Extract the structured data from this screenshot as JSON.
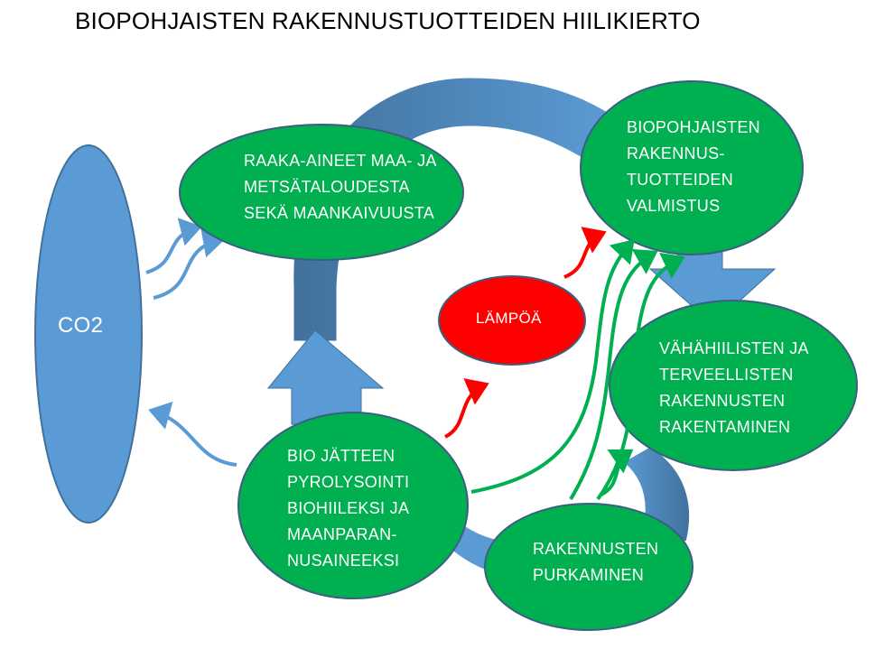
{
  "title": "BIOPOHJAISTEN RAKENNUSTUOTTEIDEN HIILIKIERTO",
  "nodes": {
    "co2": "CO2",
    "raaka_aineet": [
      "RAAKA-AINEET MAA- JA",
      "METSÄTALOUDESTA",
      "SEKÄ MAANKAIVUUSTA"
    ],
    "valmistus": [
      "BIOPOHJAISTEN",
      "RAKENNUS-",
      "TUOTTEIDEN",
      "VALMISTUS"
    ],
    "lampo": "LÄMPÖÄ",
    "rakentaminen": [
      "VÄHÄHIILISTEN JA",
      "TERVEELLISTEN",
      "RAKENNUSTEN",
      "RAKENTAMINEN"
    ],
    "pyrolyysi": [
      "BIO JÄTTEEN",
      "PYROLYSOINTI",
      "BIOHIILEKSI JA",
      "MAANPARAN-",
      "NUSAINEEKSI"
    ],
    "purkaminen": [
      "RAKENNUSTEN",
      "PURKAMINEN"
    ]
  },
  "colors": {
    "node_green": "#00b050",
    "node_outline": "#3a5f82",
    "co2_fill": "#5b9bd5",
    "heat_red": "#ff0000",
    "cycle_light": "#5b9bd5",
    "cycle_dark": "#41719c",
    "green_arrow": "#00b050",
    "text_white": "#ffffff"
  }
}
